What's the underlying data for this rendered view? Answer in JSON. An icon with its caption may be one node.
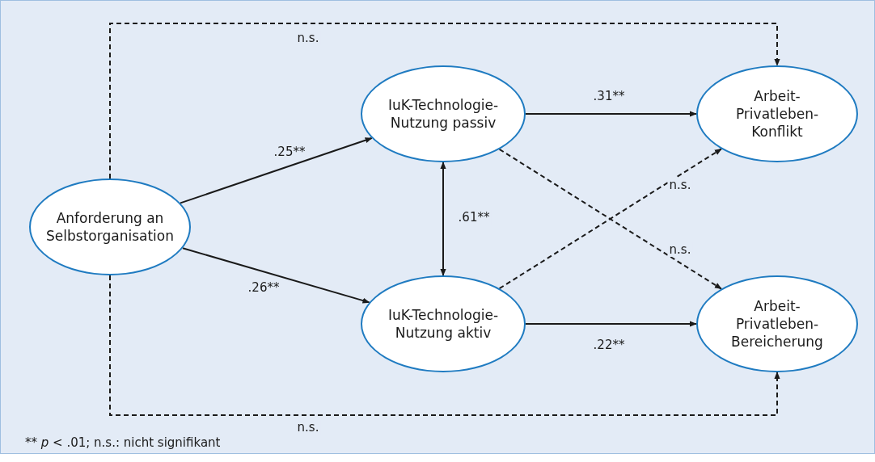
{
  "diagram": {
    "nodes": [
      {
        "text": [
          "Anforderung an Selbstorganisation"
        ]
      },
      {
        "text": [
          "IuK-Technologie-Nutzung passiv"
        ]
      },
      {
        "text": [
          "IuK-Technologie-Nutzung aktiv"
        ]
      },
      {
        "text": [
          "Arbeit-Privatleben-Konflikt"
        ]
      },
      {
        "text": [
          "Arbeit-Privatleben-Bereicherung"
        ]
      }
    ],
    "edges": [
      {
        "from": 0,
        "to": 1,
        "arrow": "to",
        "label": ".25**"
      },
      {
        "from": 0,
        "to": 2,
        "arrow": "to",
        "label": ".26**"
      },
      {
        "from": 1,
        "to": 2,
        "arrow": "both",
        "label": ".61**"
      },
      {
        "from": 1,
        "to": 3,
        "arrow": "to",
        "label": ".31**"
      },
      {
        "from": 2,
        "to": 4,
        "arrow": "to",
        "label": ".22**"
      },
      {
        "from": 1,
        "to": 4,
        "arrow": "to",
        "label": "n.s.",
        "style": "dashed"
      },
      {
        "from": 2,
        "to": 3,
        "arrow": "to",
        "label": "n.s.",
        "style": "dashed"
      },
      {
        "from": 0,
        "to": 3,
        "arrow": "to",
        "label": "n.s.",
        "style": "dashed"
      },
      {
        "from": 0,
        "to": 4,
        "arrow": "to",
        "label": "n.s.",
        "style": "dashed"
      }
    ],
    "labels": [
      "** *p* < .01; n.s.: nicht signifikant"
    ]
  }
}
